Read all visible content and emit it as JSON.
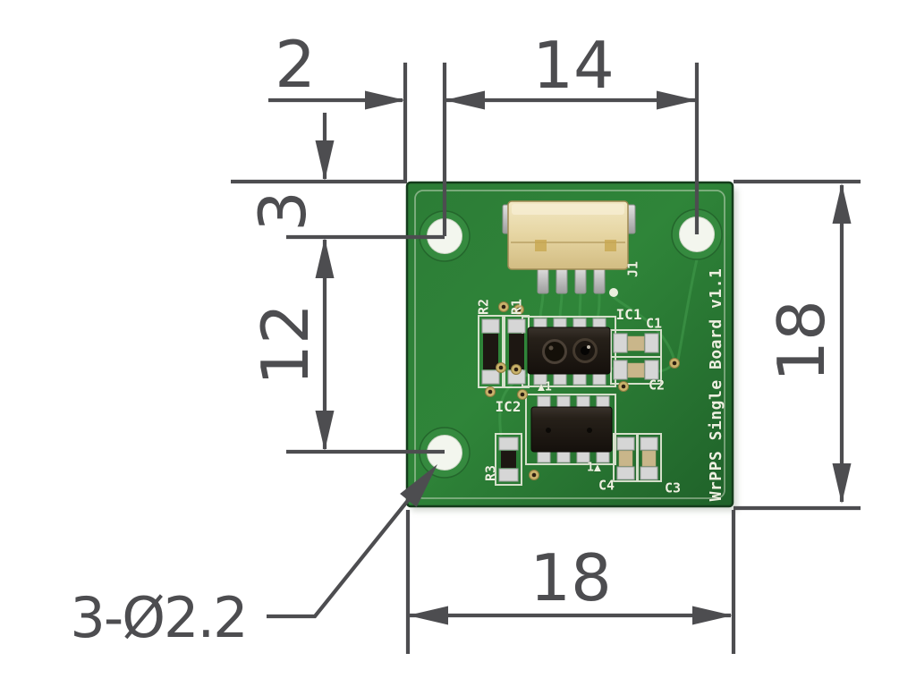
{
  "drawing": {
    "type": "pcb-dimension-drawing",
    "dims": {
      "edge_to_hole_x": "2",
      "hole_span_x": "14",
      "edge_to_hole_y": "3",
      "hole_span_y": "12",
      "board_height": "18",
      "board_width": "18",
      "hole_callout": "3-Ø2.2"
    }
  },
  "pcb": {
    "refs": {
      "j1": "J1",
      "ic1": "IC1",
      "ic2": "IC2",
      "c1": "C1",
      "c2": "C2",
      "c3": "C3",
      "c4": "C4",
      "r1": "R1",
      "r2": "R2",
      "r3": "R3"
    },
    "markers": {
      "ic1_pin1": "▲1",
      "ic2_pin1": "1▲"
    },
    "board_title": "WrPPS Single Board v1.1"
  },
  "colors": {
    "dimension_gray": "#4d4d50",
    "board_green": "#2f8539",
    "board_green_dark": "#1f6129",
    "silkscreen_white": "#edf0e0",
    "connector_beige": "#e6d5a2",
    "ic_black": "#221d18",
    "pad_silver": "#d2d2d2",
    "via_gold": "#c9b26b",
    "background": "#ffffff"
  }
}
